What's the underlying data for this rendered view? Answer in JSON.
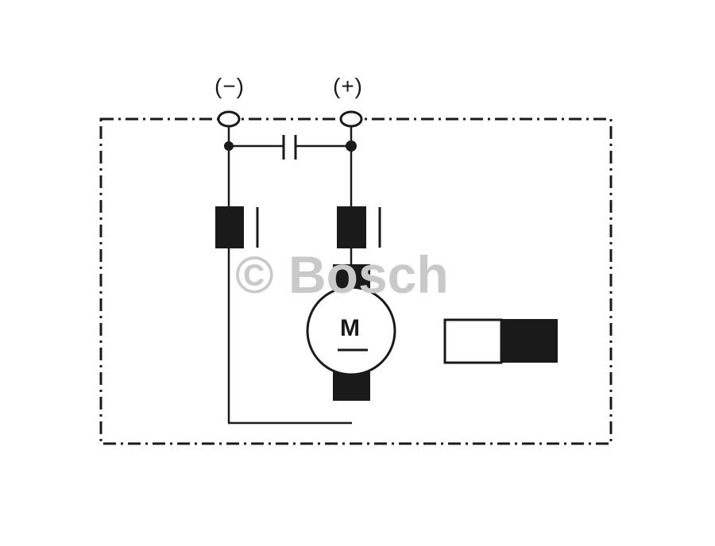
{
  "diagram": {
    "type": "electrical-schematic",
    "description": "DC motor with interference suppression (capacitor and chokes)",
    "terminals": [
      {
        "label": "(−)",
        "polarity": "negative"
      },
      {
        "label": "(+)",
        "polarity": "positive"
      }
    ],
    "motor_label": "M",
    "watermark": "© Bosch",
    "components": [
      "terminal-negative",
      "terminal-positive",
      "suppression-capacitor",
      "choke-negative",
      "choke-positive",
      "motor-brush-top",
      "motor",
      "motor-brush-bottom",
      "rotation-direction-indicator",
      "housing-boundary"
    ],
    "colors": {
      "line": "#1a1a1a",
      "fill": "#1a1a1a",
      "watermark": "#c9c9c9",
      "background": "#ffffff"
    }
  }
}
